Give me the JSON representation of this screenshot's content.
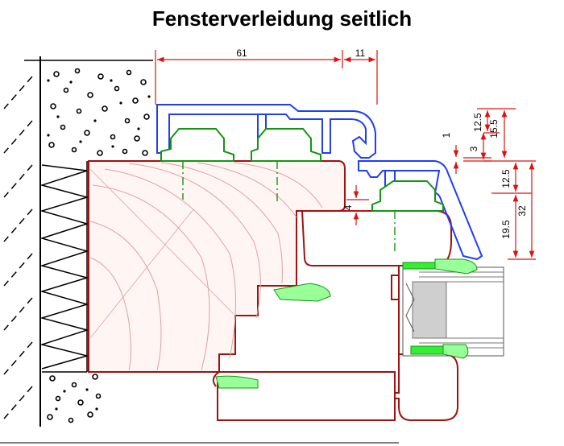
{
  "title": "Fensterverleidung seitlich",
  "dimensions": {
    "top_width": "61",
    "top_gap": "11",
    "gap_small": "1",
    "height_a": "12.5",
    "height_b": "15.5",
    "offset_3": "3",
    "lower_a": "12.5",
    "lower_b": "19.5",
    "lower_total": "32",
    "clearance_4": "4"
  },
  "colors": {
    "cladding": "#1f3cff",
    "clip": "#129612",
    "frame": "#a31010",
    "dimension": "#e01010",
    "seal": "#33ee33",
    "grain": "#e0a0a0",
    "glass": "#c8c8c8"
  }
}
